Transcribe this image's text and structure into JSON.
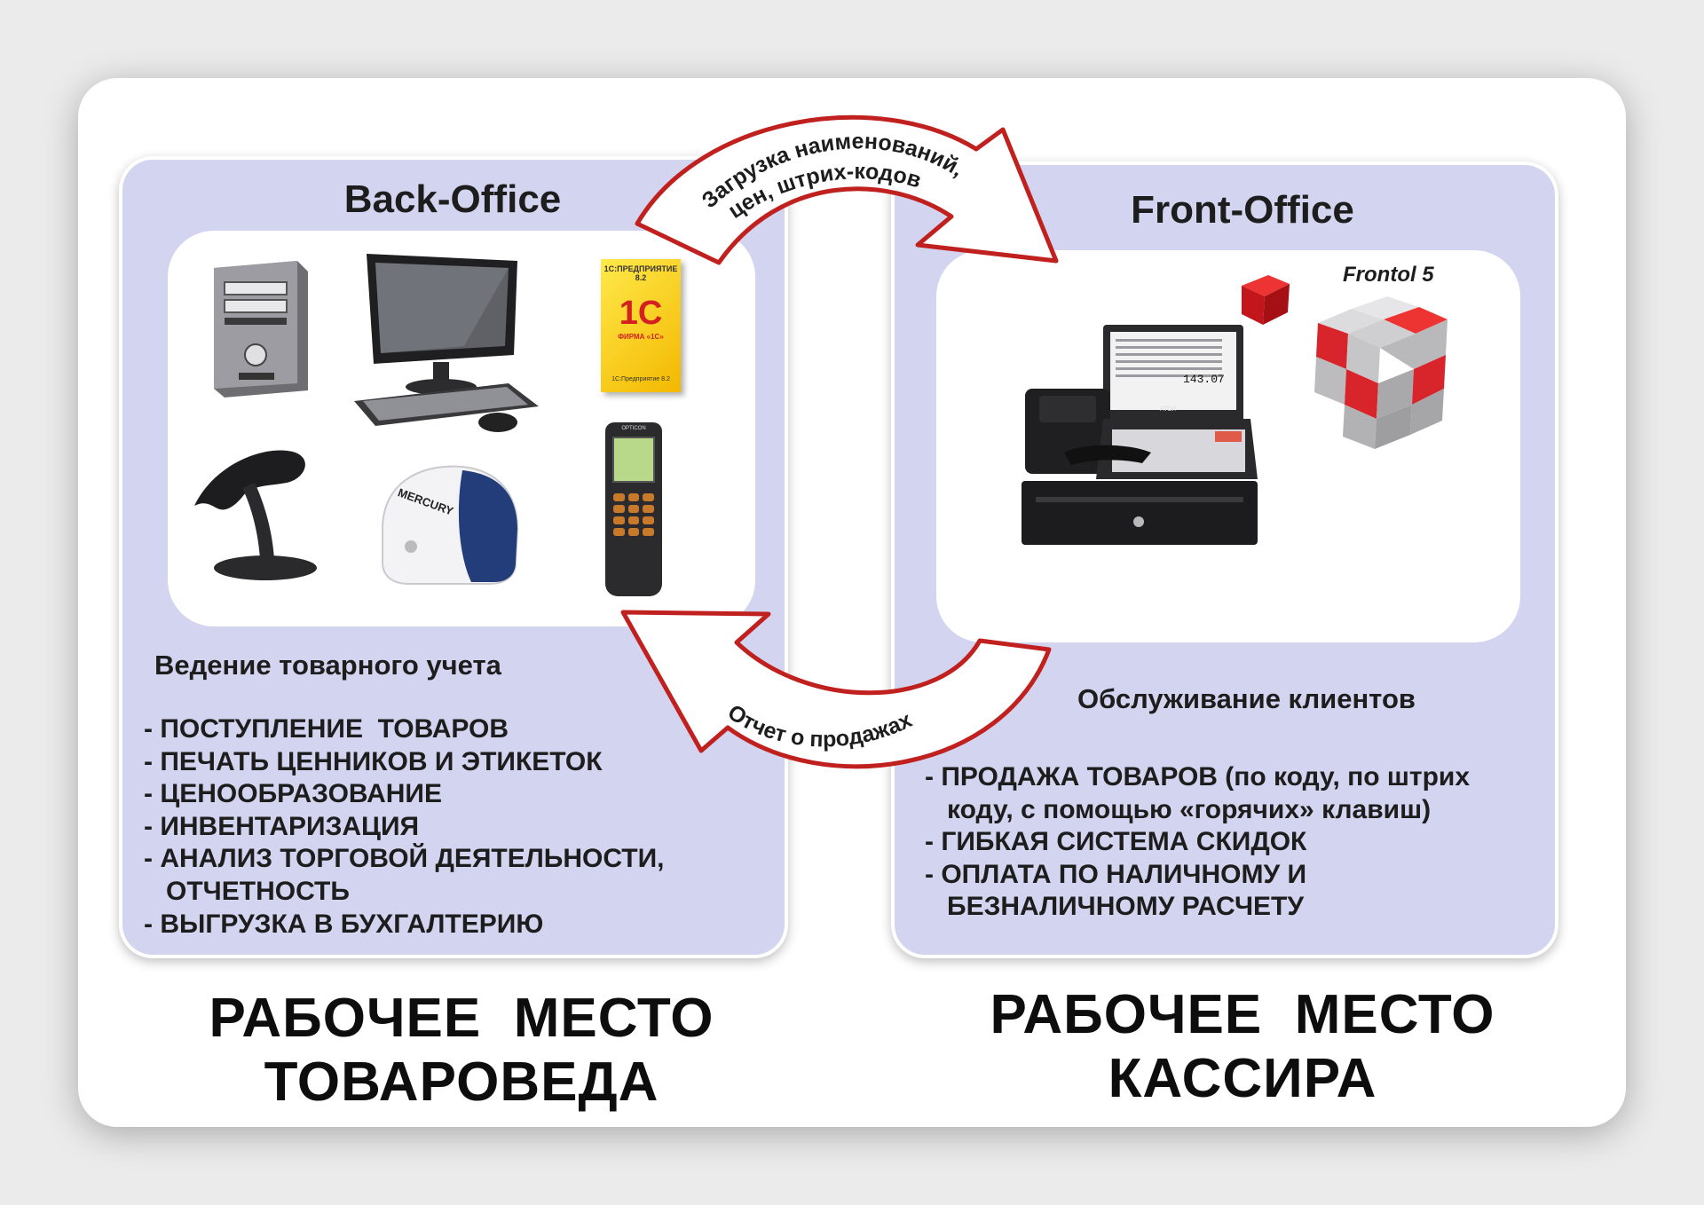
{
  "left": {
    "title": "Back-Office",
    "subtitle": "Ведение товарного учета",
    "items": [
      "- ПОСТУПЛЕНИЕ  ТОВАРОВ",
      "- ПЕЧАТЬ ЦЕННИКОВ И ЭТИКЕТОК",
      "- ЦЕНООБРАЗОВАНИЕ",
      "- ИНВЕНТАРИЗАЦИЯ",
      "- АНАЛИЗ ТОРГОВОЙ ДЕЯТЕЛЬНОСТИ,",
      "   ОТЧЕТНОСТЬ",
      "- ВЫГРУЗКА В БУХГАЛТЕРИЮ"
    ],
    "footer_line1": "РАБОЧЕЕ  МЕСТО",
    "footer_line2": "ТОВАРОВЕДА",
    "box_top": "1С:ПРЕДПРИЯТИЕ 8.2",
    "box_logo": "1С",
    "box_firm": "ФИРМА «1С»",
    "box_bottom": "1С:Предприятие 8.2",
    "printer_brand": "MERCURY",
    "terminal_brand": "OPTICON"
  },
  "right": {
    "title": "Front-Office",
    "subtitle": "Обслуживание клиентов",
    "items": [
      "- ПРОДАЖА ТОВАРОВ (по коду, по штрих",
      "   коду, с помощью «горячих» клавиш)",
      "- ГИБКАЯ СИСТЕМА СКИДОК",
      "- ОПЛАТА ПО НАЛИЧНОМУ И",
      "   БЕЗНАЛИЧНОМУ РАСЧЕТУ"
    ],
    "footer_line1": "РАБОЧЕЕ  МЕСТО",
    "footer_line2": "КАССИРА",
    "pos_total": "143.07",
    "pos_brand": "АТОЛ",
    "product_name": "Frontol 5"
  },
  "arrows": {
    "top_line1": "Загрузка наименований,",
    "top_line2": "цен, штрих-кодов",
    "bottom_label": "Отчет о продажах"
  },
  "colors": {
    "panel": "#d3d4ef",
    "arrow_outline": "#c0201e",
    "cube_red": "#d8252b"
  }
}
